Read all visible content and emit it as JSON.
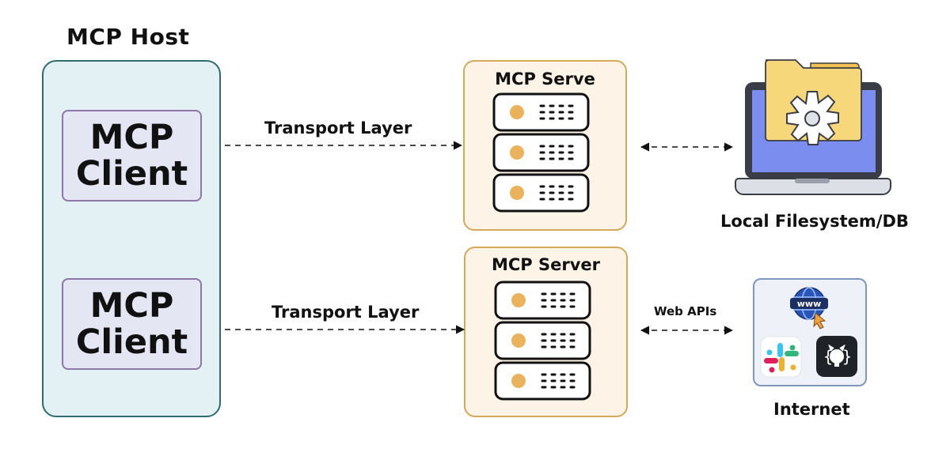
{
  "host": {
    "title": "MCP Host"
  },
  "clients": [
    {
      "label_line1": "MCP",
      "label_line2": "Client"
    },
    {
      "label_line1": "MCP",
      "label_line2": "Client"
    }
  ],
  "connections": [
    {
      "transport_label": "Transport Layer"
    },
    {
      "transport_label": "Transport Layer"
    }
  ],
  "servers": [
    {
      "title": "MCP Serve"
    },
    {
      "title": "MCP Server"
    }
  ],
  "resources": {
    "local": {
      "label": "Local Filesystem/DB"
    },
    "remote": {
      "label": "Internet",
      "link_label": "Web APIs",
      "www_text": "www"
    }
  },
  "colors": {
    "host_fill": "#e3f1f4",
    "host_border": "#2f6c72",
    "client_fill": "#e4e6f3",
    "client_border": "#8f76a8",
    "server_fill": "#fdf3e6",
    "server_border": "#d4aa58",
    "server_dot": "#eab25a",
    "screen": "#7b8ef0",
    "folder": "#f6d77a"
  }
}
